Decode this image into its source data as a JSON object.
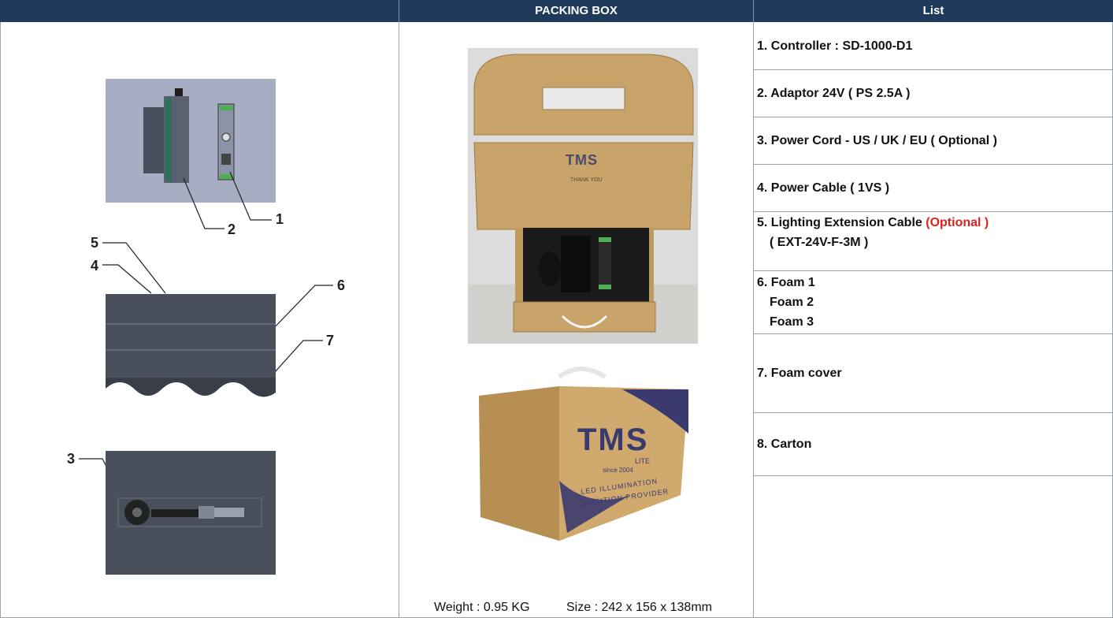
{
  "headers": {
    "left": "",
    "middle": "PACKING BOX",
    "right": "List"
  },
  "list": [
    {
      "lines": [
        "1. Controller : SD-1000-D1"
      ]
    },
    {
      "lines": [
        "2. Adaptor  24V ( PS 2.5A )"
      ]
    },
    {
      "lines": [
        "3. Power Cord - US / UK / EU ( Optional )"
      ]
    },
    {
      "lines": [
        "4. Power Cable ( 1VS )"
      ]
    },
    {
      "lines": [
        "5. Lighting Extension Cable ",
        "( EXT-24V-F-3M )"
      ],
      "optional": "(Optional )"
    },
    {
      "lines": [
        "6. Foam 1",
        "Foam 2",
        "Foam 3"
      ]
    },
    {
      "lines": [
        "7. Foam cover"
      ]
    },
    {
      "lines": [
        "8. Carton"
      ]
    }
  ],
  "callouts": [
    "1",
    "2",
    "3",
    "4",
    "5",
    "6",
    "7"
  ],
  "box": {
    "brand": "TMS",
    "sub": "LITE",
    "thank_you": "THANK YOU",
    "since": "since 2004",
    "tagline1": "LED ILLUMINATION",
    "tagline2": "SOLUTION PROVIDER"
  },
  "caption": {
    "weight": "Weight : 0.95 KG",
    "size": "Size : 242 x 156 x 138mm"
  },
  "colors": {
    "header_bg": "#1f3b5b",
    "optional_red": "#e02020",
    "cardboard": "#c9a46a"
  }
}
